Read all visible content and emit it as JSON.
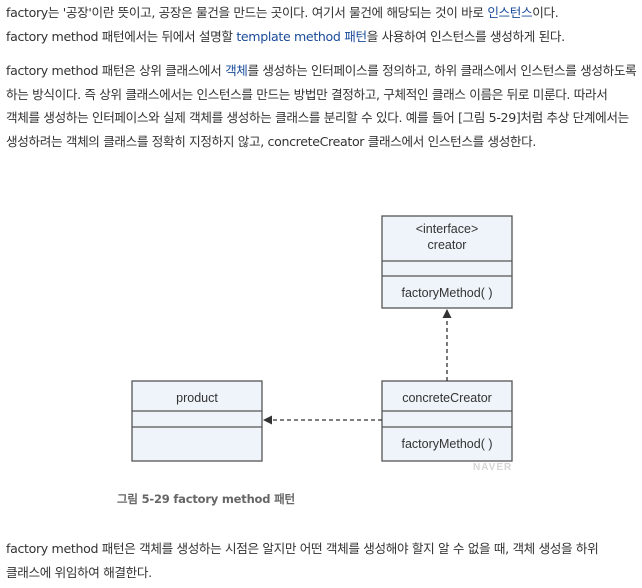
{
  "paragraph1": {
    "s1a": "factory는 '공장'이란 뜻이고, 공장은 물건을 만드는 곳이다. 여기서 물건에 해당되는 것이 바로 ",
    "s1link": "인스턴스",
    "s1b": "이다.",
    "s2a": "factory method 패턴에서는 뒤에서 설명할 ",
    "s2link": "template method 패턴",
    "s2b": "을 사용하여 인스턴스를 생성하게 된다."
  },
  "paragraph2": {
    "a": "factory method 패턴은 상위 클래스에서 ",
    "link": "객체",
    "b": "를 생성하는 인터페이스를 정의하고, 하위 클래스에서 인스턴스를 생성하도록 하는 방식이다. 즉 상위 클래스에서는 인스턴스를 만드는 방법만 결정하고, 구체적인 클래스 이름은 뒤로 미룬다. 따라서 객체를 생성하는 인터페이스와 실제 객체를 생성하는 클래스를 분리할 수 있다. 예를 들어 [그림 5-29]처럼 추상 단계에서는 생성하려는 객체의 클래스를 정확히 지정하지 않고, concreteCreator 클래스에서 인스턴스를 생성한다."
  },
  "diagram": {
    "creator": {
      "stereotype": "<interface>",
      "name": "creator",
      "method": "factoryMethod( )"
    },
    "concrete": {
      "name": "concreteCreator",
      "method": "factoryMethod( )"
    },
    "product": {
      "name": "product"
    },
    "watermark": "NAVER",
    "colors": {
      "box_fill": "#eef4f9",
      "box_stroke": "#555555"
    }
  },
  "caption": "그림 5-29 factory method 패턴",
  "paragraph3": "factory method 패턴은 객체를 생성하는 시점은 알지만 어떤 객체를 생성해야 할지 알 수 없을 때, 객체 생성을 하위 클래스에 위임하여 해결한다."
}
